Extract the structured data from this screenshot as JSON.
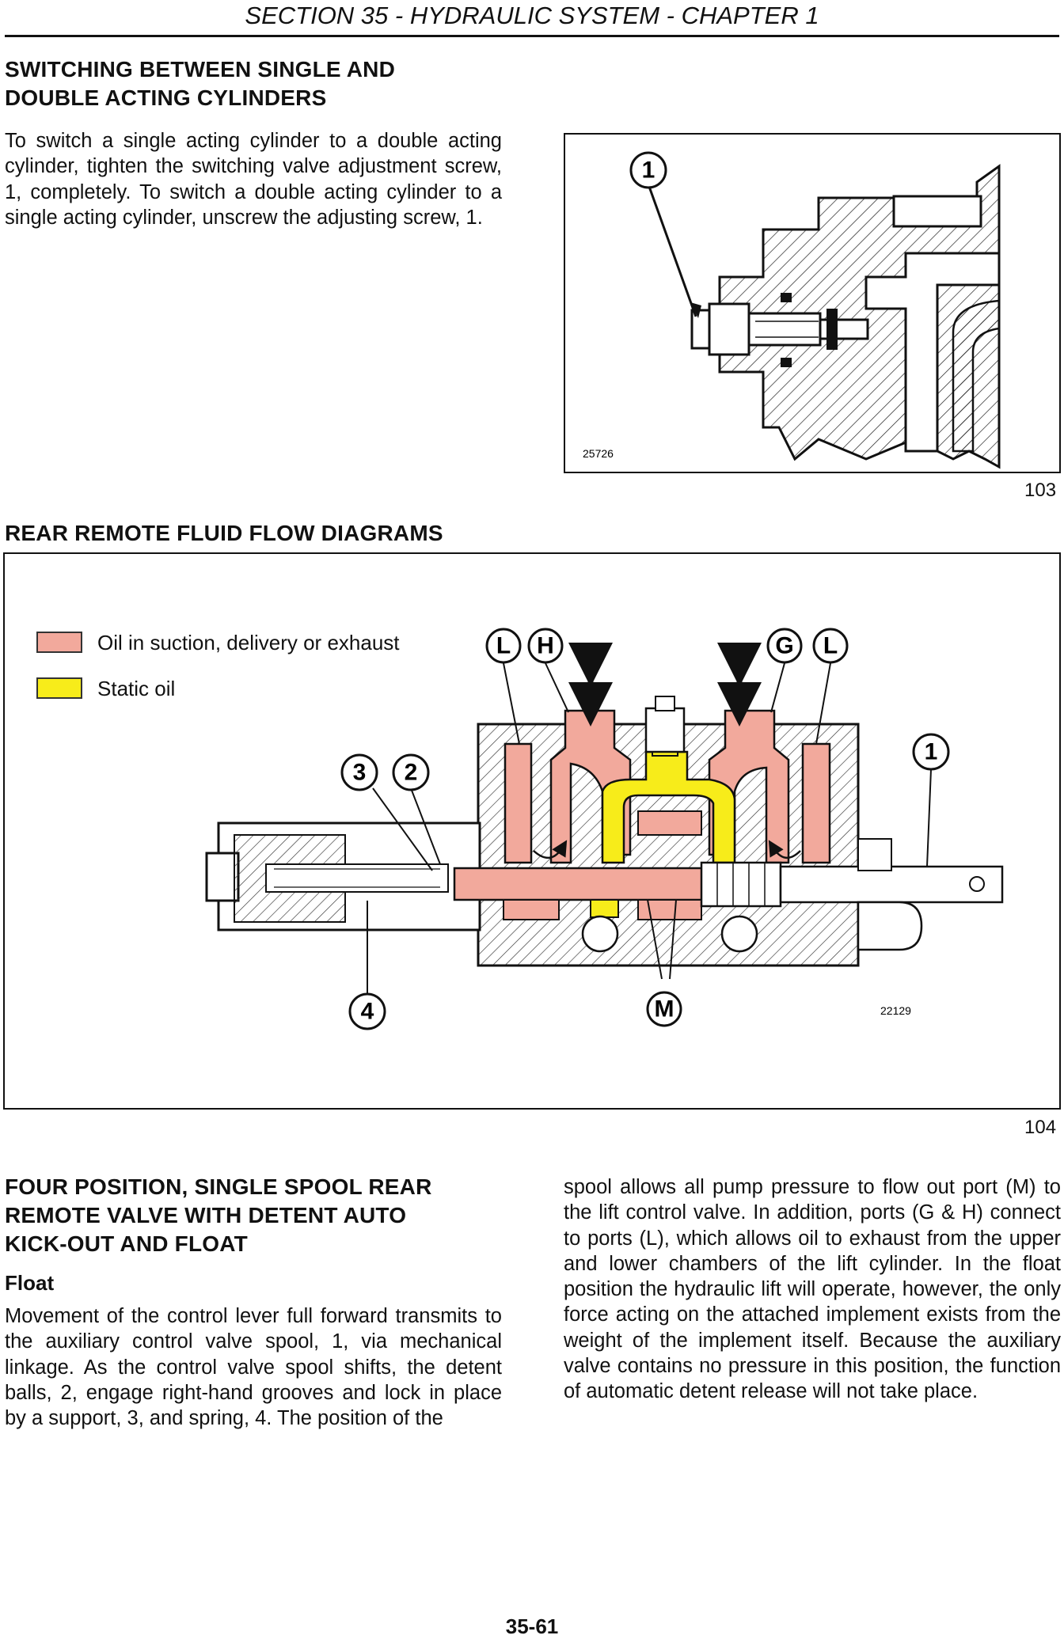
{
  "header": {
    "title": "SECTION 35 - HYDRAULIC SYSTEM - CHAPTER 1"
  },
  "section1": {
    "heading_line1": "SWITCHING BETWEEN SINGLE AND",
    "heading_line2": "DOUBLE ACTING CYLINDERS",
    "body": "To switch a single acting cylinder to a double acting cylinder, tighten the switching valve adjustment screw, 1, completely. To switch a double acting cylinder to a single acting cylinder, unscrew the adjusting screw, 1."
  },
  "figure103": {
    "callout": "1",
    "code": "25726",
    "number": "103"
  },
  "section2": {
    "heading": "REAR REMOTE FLUID FLOW DIAGRAMS"
  },
  "figure104": {
    "legend": [
      {
        "label": "Oil in suction, delivery or exhaust",
        "color": "#f2a99c"
      },
      {
        "label": "Static oil",
        "color": "#f7ec1a"
      }
    ],
    "callouts": {
      "L": "L",
      "H": "H",
      "G": "G",
      "M": "M",
      "c1": "1",
      "c2": "2",
      "c3": "3",
      "c4": "4"
    },
    "code": "22129",
    "number": "104"
  },
  "section3": {
    "heading_line1": "FOUR POSITION, SINGLE SPOOL REAR",
    "heading_line2": "REMOTE VALVE WITH DETENT AUTO",
    "heading_line3": "KICK-OUT AND FLOAT",
    "subheading": "Float",
    "body_left": "Movement of the control lever full forward transmits to the auxiliary control valve spool, 1, via mechanical linkage. As the control valve spool shifts, the detent balls, 2, engage right-hand grooves and lock in place by a support, 3, and spring, 4. The position of the",
    "body_right": "spool allows all pump pressure to flow out port (M) to the lift control valve. In addition, ports (G & H) connect to ports (L), which allows oil to exhaust from the upper and lower chambers of the lift cylinder. In the float position the hydraulic lift will operate, however, the only force acting on the attached implement exists from the weight of the implement itself. Because the auxiliary valve contains no pressure in this position, the function of automatic detent release will not take place."
  },
  "footer": {
    "page": "35-61"
  }
}
